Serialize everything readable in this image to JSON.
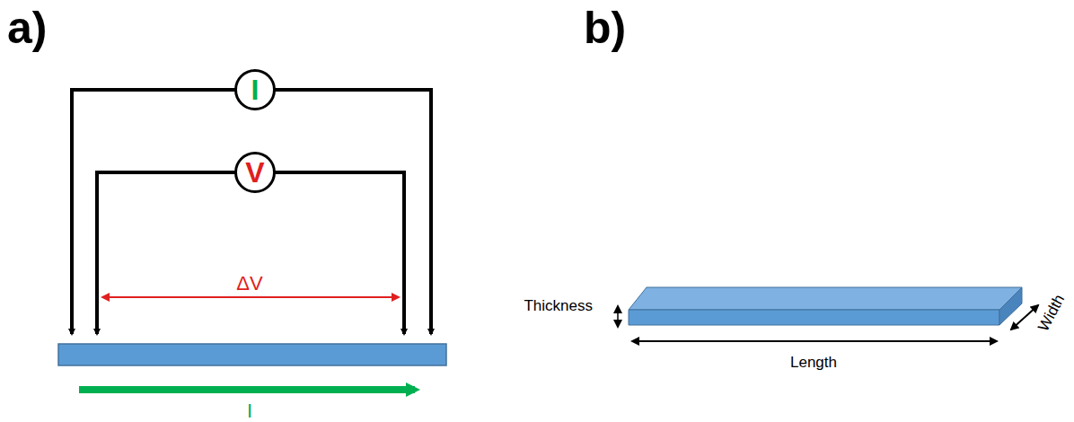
{
  "diagram": {
    "nodes": [
      {
        "text": [
          "I"
        ]
      },
      {
        "text": [
          "V"
        ]
      }
    ],
    "labels": [
      "a)",
      "b)",
      "ΔV",
      "I",
      "Thickness",
      "Width",
      "Length"
    ]
  }
}
